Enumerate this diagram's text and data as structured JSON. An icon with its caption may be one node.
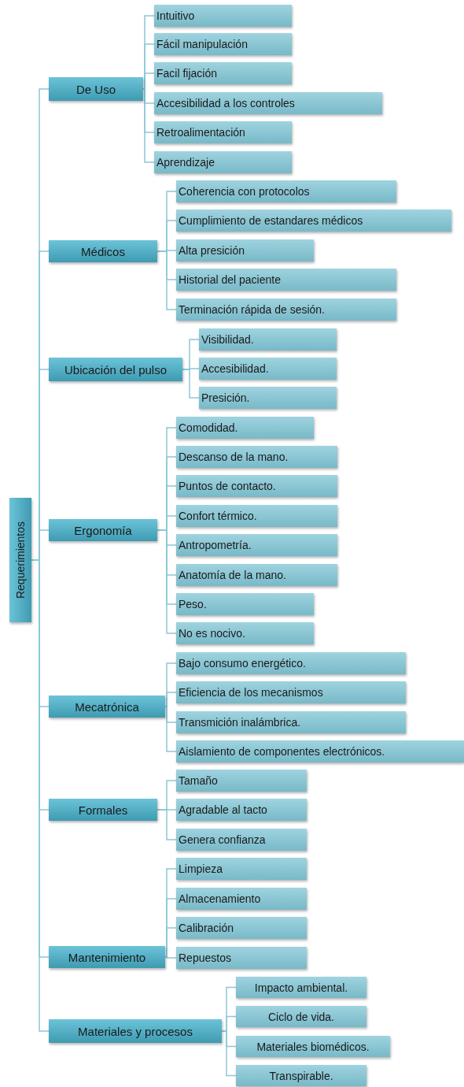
{
  "diagram": {
    "nodes": [
      {
        "text": [
          "Requerimientos"
        ]
      },
      {
        "text": [
          "De Uso"
        ]
      },
      {
        "text": [
          "Intuitivo"
        ]
      },
      {
        "text": [
          "Fácil manipulación"
        ]
      },
      {
        "text": [
          "Facil fijación"
        ]
      },
      {
        "text": [
          "Accesibilidad a los controles"
        ]
      },
      {
        "text": [
          "Retroalimentación"
        ]
      },
      {
        "text": [
          "Aprendizaje"
        ]
      },
      {
        "text": [
          "Médicos"
        ]
      },
      {
        "text": [
          "Coherencia con protocolos"
        ]
      },
      {
        "text": [
          "Cumplimiento de estandares médicos"
        ]
      },
      {
        "text": [
          "Alta presición"
        ]
      },
      {
        "text": [
          "Historial del paciente"
        ]
      },
      {
        "text": [
          "Terminación rápida de sesión."
        ]
      },
      {
        "text": [
          "Ubicación del pulso"
        ]
      },
      {
        "text": [
          "Visibilidad."
        ]
      },
      {
        "text": [
          "Accesibilidad."
        ]
      },
      {
        "text": [
          "Presición."
        ]
      },
      {
        "text": [
          "Ergonomía"
        ]
      },
      {
        "text": [
          "Comodidad."
        ]
      },
      {
        "text": [
          "Descanso de la mano."
        ]
      },
      {
        "text": [
          "Puntos de contacto."
        ]
      },
      {
        "text": [
          "Confort térmico."
        ]
      },
      {
        "text": [
          "Antropometría."
        ]
      },
      {
        "text": [
          "Anatomía de la mano."
        ]
      },
      {
        "text": [
          "Peso."
        ]
      },
      {
        "text": [
          "No es nocivo."
        ]
      },
      {
        "text": [
          "Mecatrónica"
        ]
      },
      {
        "text": [
          "Bajo consumo energético."
        ]
      },
      {
        "text": [
          "Eficiencia de los mecanismos"
        ]
      },
      {
        "text": [
          "Transmición inalámbrica."
        ]
      },
      {
        "text": [
          "Aislamiento de componentes electrónicos."
        ]
      },
      {
        "text": [
          "Formales"
        ]
      },
      {
        "text": [
          "Tamaño"
        ]
      },
      {
        "text": [
          "Agradable al tacto"
        ]
      },
      {
        "text": [
          "Genera confianza"
        ]
      },
      {
        "text": [
          "Mantenimiento"
        ]
      },
      {
        "text": [
          "Limpieza"
        ]
      },
      {
        "text": [
          "Almacenamiento"
        ]
      },
      {
        "text": [
          "Calibración"
        ]
      },
      {
        "text": [
          "Repuestos"
        ]
      },
      {
        "text": [
          "Materiales y procesos"
        ]
      },
      {
        "text": [
          "Impacto ambiental."
        ]
      },
      {
        "text": [
          "Ciclo de vida."
        ]
      },
      {
        "text": [
          "Materiales biomédicos."
        ]
      },
      {
        "text": [
          "Transpirable."
        ]
      }
    ],
    "edges": [
      {
        "from": 0,
        "to": 1,
        "arrow": "none"
      },
      {
        "from": 1,
        "to": 2,
        "arrow": "none"
      },
      {
        "from": 1,
        "to": 3,
        "arrow": "none"
      },
      {
        "from": 1,
        "to": 4,
        "arrow": "none"
      },
      {
        "from": 1,
        "to": 5,
        "arrow": "none"
      },
      {
        "from": 1,
        "to": 6,
        "arrow": "none"
      },
      {
        "from": 1,
        "to": 7,
        "arrow": "none"
      },
      {
        "from": 0,
        "to": 8,
        "arrow": "none"
      },
      {
        "from": 8,
        "to": 9,
        "arrow": "none"
      },
      {
        "from": 8,
        "to": 10,
        "arrow": "none"
      },
      {
        "from": 8,
        "to": 11,
        "arrow": "none"
      },
      {
        "from": 8,
        "to": 12,
        "arrow": "none"
      },
      {
        "from": 8,
        "to": 13,
        "arrow": "none"
      },
      {
        "from": 0,
        "to": 14,
        "arrow": "none"
      },
      {
        "from": 14,
        "to": 15,
        "arrow": "none"
      },
      {
        "from": 14,
        "to": 16,
        "arrow": "none"
      },
      {
        "from": 14,
        "to": 17,
        "arrow": "none"
      },
      {
        "from": 0,
        "to": 18,
        "arrow": "none"
      },
      {
        "from": 18,
        "to": 19,
        "arrow": "none"
      },
      {
        "from": 18,
        "to": 20,
        "arrow": "none"
      },
      {
        "from": 18,
        "to": 21,
        "arrow": "none"
      },
      {
        "from": 18,
        "to": 22,
        "arrow": "none"
      },
      {
        "from": 18,
        "to": 23,
        "arrow": "none"
      },
      {
        "from": 18,
        "to": 24,
        "arrow": "none"
      },
      {
        "from": 18,
        "to": 25,
        "arrow": "none"
      },
      {
        "from": 18,
        "to": 26,
        "arrow": "none"
      },
      {
        "from": 0,
        "to": 27,
        "arrow": "none"
      },
      {
        "from": 27,
        "to": 28,
        "arrow": "none"
      },
      {
        "from": 27,
        "to": 29,
        "arrow": "none"
      },
      {
        "from": 27,
        "to": 30,
        "arrow": "none"
      },
      {
        "from": 27,
        "to": 31,
        "arrow": "none"
      },
      {
        "from": 0,
        "to": 32,
        "arrow": "none"
      },
      {
        "from": 32,
        "to": 33,
        "arrow": "none"
      },
      {
        "from": 32,
        "to": 34,
        "arrow": "none"
      },
      {
        "from": 32,
        "to": 35,
        "arrow": "none"
      },
      {
        "from": 0,
        "to": 36,
        "arrow": "none"
      },
      {
        "from": 36,
        "to": 37,
        "arrow": "none"
      },
      {
        "from": 36,
        "to": 38,
        "arrow": "none"
      },
      {
        "from": 36,
        "to": 39,
        "arrow": "none"
      },
      {
        "from": 36,
        "to": 40,
        "arrow": "none"
      },
      {
        "from": 0,
        "to": 41,
        "arrow": "none"
      },
      {
        "from": 41,
        "to": 42,
        "arrow": "none"
      },
      {
        "from": 41,
        "to": 43,
        "arrow": "none"
      },
      {
        "from": 41,
        "to": 44,
        "arrow": "none"
      },
      {
        "from": 41,
        "to": 45,
        "arrow": "none"
      }
    ]
  }
}
